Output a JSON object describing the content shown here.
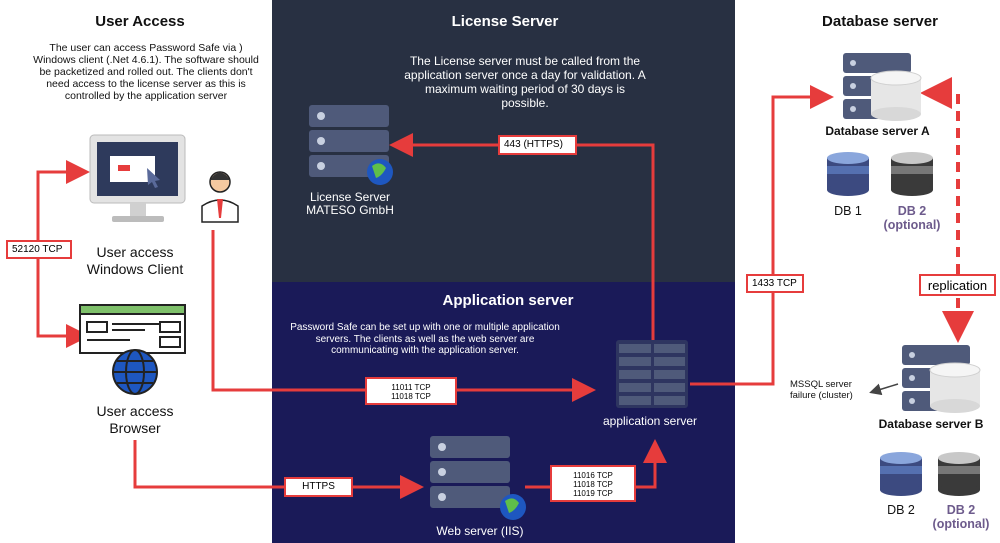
{
  "user_access": {
    "title": "User Access",
    "description": "The user can access Password Safe via ) Windows client (.Net 4.6.1). The software should be packetized and rolled out. The clients don't need access to the license server as this is controlled by the application server",
    "windows_client_label_1": "User access",
    "windows_client_label_2": "Windows Client",
    "browser_label_1": "User access",
    "browser_label_2": "Browser",
    "port_client": "52120 TCP"
  },
  "license_server": {
    "title": "License Server",
    "description": "The License server must be called from the application server once a day for validation. A maximum waiting period of 30 days is possible.",
    "server_label_1": "License Server",
    "server_label_2": "MATESO GmbH",
    "port": "443 (HTTPS)"
  },
  "application_server": {
    "title": "Application server",
    "description": "Password Safe can be set up with one or multiple application servers.  The clients as well as the web server are communicating with the application server.",
    "server_label": "application server",
    "ports_client_1": "11011 TCP",
    "ports_client_2": "11018 TCP",
    "ports_web_1": "11016 TCP",
    "ports_web_2": "11018 TCP",
    "ports_web_3": "11019 TCP",
    "https_label": "HTTPS",
    "web_server_label": "Web server (IIS)"
  },
  "database_server": {
    "title": "Database server",
    "server_a_label": "Database server A",
    "server_b_label": "Database server B",
    "db1_label": "DB 1",
    "db2_a_label_1": "DB 2",
    "db2_a_label_2": "(optional)",
    "db2_b_label": "DB 2",
    "db2_b_opt_label_1": "DB 2",
    "db2_b_opt_label_2": "(optional)",
    "port": "1433 TCP",
    "replication_label": "replication",
    "failure_label_1": "MSSQL server",
    "failure_label_2": "failure (cluster)"
  },
  "colors": {
    "license_panel": "#283042",
    "app_panel": "#1a1a58",
    "accent_red": "#e63c3c",
    "server_gray": "#4f5a7a",
    "globe_blue": "#1e57c0"
  }
}
